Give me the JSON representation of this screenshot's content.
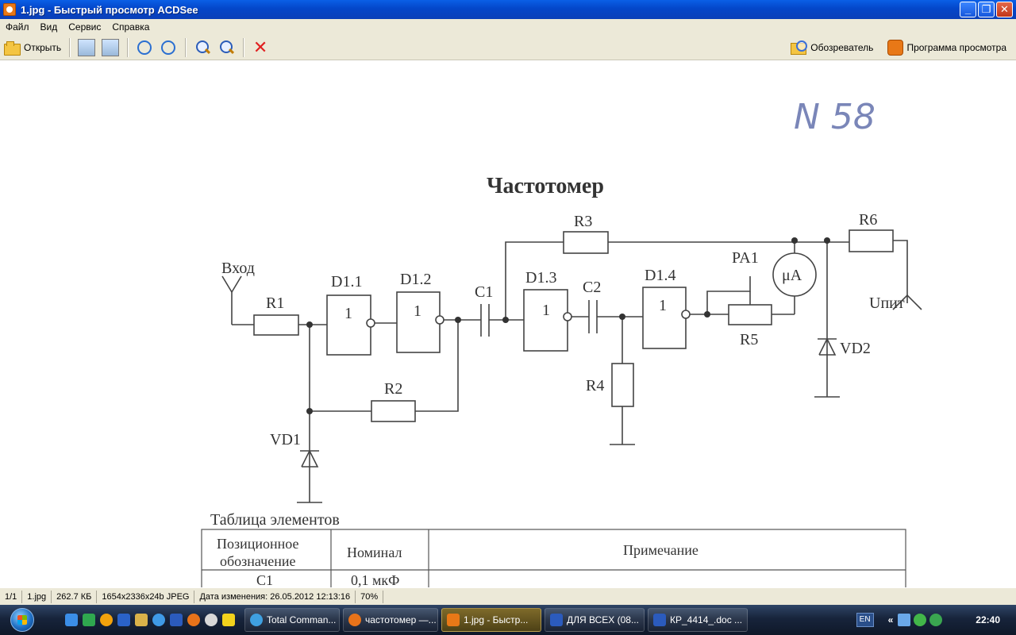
{
  "window": {
    "title": "1.jpg - Быстрый просмотр ACDSee",
    "controls": {
      "minimize": "_",
      "maximize": "❐",
      "close": "✕"
    }
  },
  "menu": [
    "Файл",
    "Вид",
    "Сервис",
    "Справка"
  ],
  "toolbar": {
    "open_label": "Открыть",
    "explorer_label": "Обозреватель",
    "viewer_label": "Программа просмотра"
  },
  "document": {
    "handwritten_note": "N 58",
    "title": "Частотомер",
    "labels": {
      "input": "Вход",
      "r1": "R1",
      "r2": "R2",
      "r3": "R3",
      "r4": "R4",
      "r5": "R5",
      "r6": "R6",
      "d11": "D1.1",
      "d12": "D1.2",
      "d13": "D1.3",
      "d14": "D1.4",
      "c1": "C1",
      "c2": "C2",
      "vd1": "VD1",
      "vd2": "VD2",
      "pa1": "PA1",
      "meter": "μA",
      "supply": "Uпит",
      "gate": "1"
    },
    "table": {
      "caption": "Таблица элементов",
      "headers": [
        "Позиционное обозначение",
        "Номинал",
        "Примечание"
      ],
      "rows": [
        [
          "C1",
          "0,1 мкФ",
          ""
        ]
      ]
    }
  },
  "status": {
    "index": "1/1",
    "filename": "1.jpg",
    "filesize": "262.7 КБ",
    "dimensions": "1654x2336x24b JPEG",
    "modified": "Дата изменения: 26.05.2012 12:13:16",
    "zoom": "70%"
  },
  "taskbar": {
    "tasks": [
      "Total Comman...",
      "частотомер —...",
      "1.jpg - Быстр...",
      "ДЛЯ ВСЕХ (08...",
      "КР_4414_.doc ..."
    ],
    "language": "EN",
    "time": "22:40"
  }
}
